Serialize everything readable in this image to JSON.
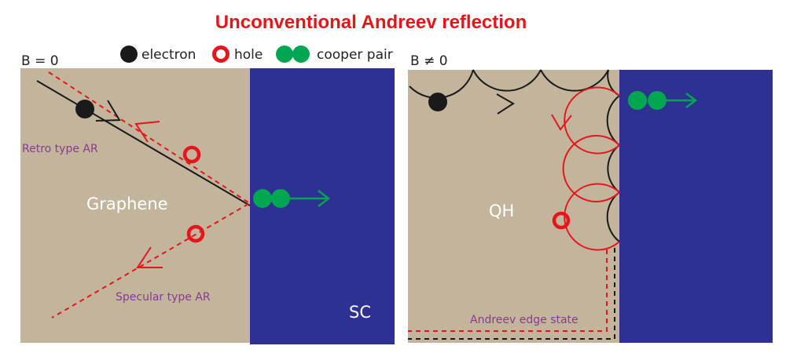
{
  "title": "Unconventional Andreev reflection",
  "legend": {
    "electron": "electron",
    "hole": "hole",
    "cooper_pair": "cooper pair"
  },
  "left_panel": {
    "field_label": "B = 0",
    "material_label": "Graphene",
    "sc_label": "SC",
    "retro_label": "Retro type AR",
    "specular_label": "Specular type AR"
  },
  "right_panel": {
    "field_label": "B ≠ 0",
    "material_label": "QH",
    "edge_label": "Andreev edge state"
  },
  "colors": {
    "title": "#e8141c",
    "normal_region": "#c2b59b",
    "superconductor": "#2e3192",
    "electron": "#1a1a1a",
    "hole": "#e8141c",
    "cooper_pair": "#00a651",
    "annotation": "#8a3b8f"
  }
}
